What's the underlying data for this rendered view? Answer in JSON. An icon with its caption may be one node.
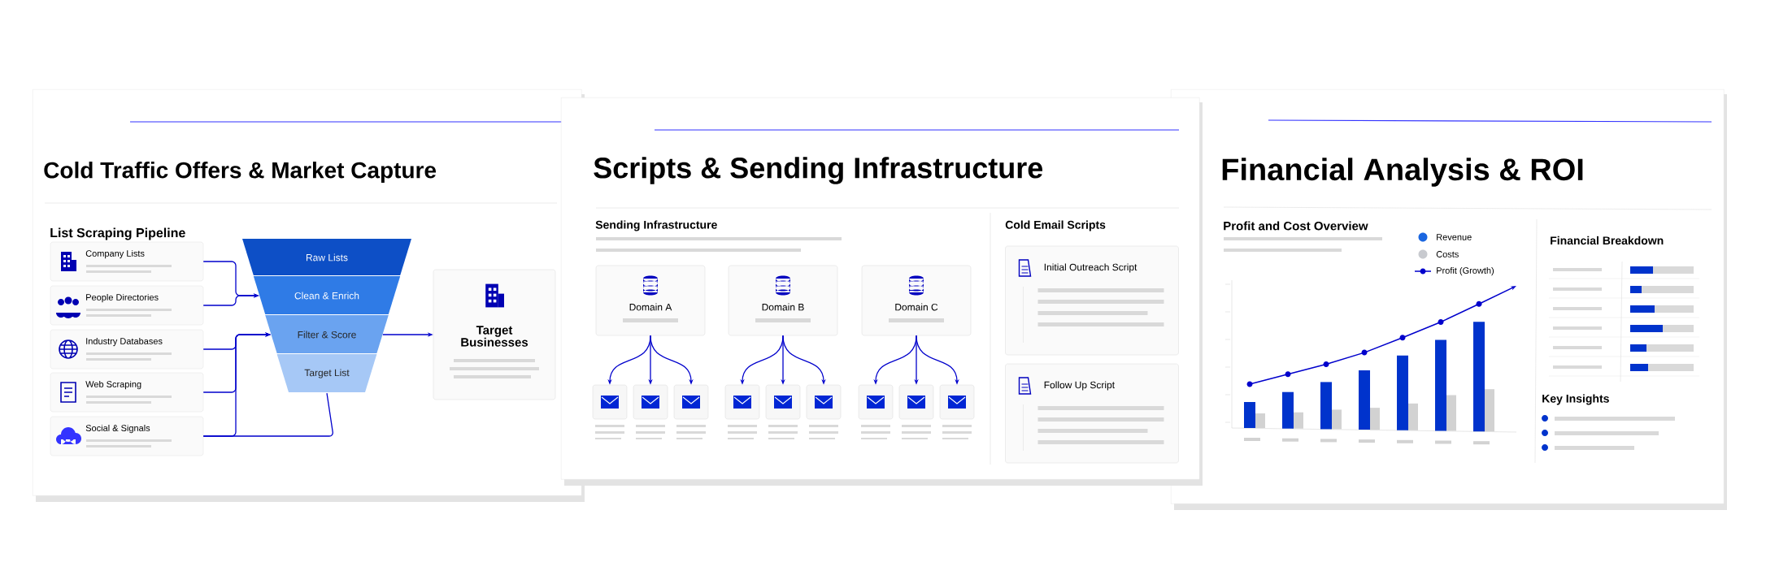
{
  "diagram": {
    "nodes": [
      {
        "text": [
          "Cold Traffic Offers & Market Capture",
          "List Scraping Pipeline"
        ]
      },
      {
        "text": [
          "Company Lists"
        ],
        "in": 0
      },
      {
        "text": [
          "People Directories"
        ],
        "in": 0
      },
      {
        "text": [
          "Industry Databases"
        ],
        "in": 0
      },
      {
        "text": [
          "Web Scraping"
        ],
        "in": 0
      },
      {
        "text": [
          "Social & Signals"
        ],
        "in": 0
      },
      {
        "text": [
          "Raw Lists"
        ],
        "in": 0
      },
      {
        "text": [
          "Clean & Enrich"
        ],
        "in": 0
      },
      {
        "text": [
          "Filter & Score"
        ],
        "in": 0
      },
      {
        "text": [
          "Target List"
        ],
        "in": 0
      },
      {
        "text": [
          "Target Businesses"
        ],
        "in": 0
      },
      {
        "text": [
          "Scripts & Sending Infrastructure",
          "Sending Infrastructure",
          "Cold Email Scripts"
        ]
      },
      {
        "text": [
          "Domain A"
        ],
        "in": 11
      },
      {
        "text": [
          "Domain B"
        ],
        "in": 11
      },
      {
        "text": [
          "Domain C"
        ],
        "in": 11
      },
      {
        "text": [],
        "shape": "box",
        "in": 11
      },
      {
        "text": [],
        "shape": "box",
        "in": 11
      },
      {
        "text": [],
        "shape": "box",
        "in": 11
      },
      {
        "text": [],
        "shape": "box",
        "in": 11
      },
      {
        "text": [],
        "shape": "box",
        "in": 11
      },
      {
        "text": [],
        "shape": "box",
        "in": 11
      },
      {
        "text": [],
        "shape": "box",
        "in": 11
      },
      {
        "text": [],
        "shape": "box",
        "in": 11
      },
      {
        "text": [],
        "shape": "box",
        "in": 11
      },
      {
        "text": [
          "Initial Outreach Script"
        ],
        "in": 11
      },
      {
        "text": [
          "Follow Up Script"
        ],
        "in": 11
      },
      {
        "text": [
          "Financial Analysis & ROI",
          "Profit and Cost Overview",
          "Financial Breakdown",
          "Key Insights"
        ]
      }
    ],
    "edges": [
      {
        "from": 1,
        "to": 7,
        "arrow": "to"
      },
      {
        "from": 2,
        "to": 7,
        "arrow": "to"
      },
      {
        "from": 3,
        "to": 8,
        "arrow": "to"
      },
      {
        "from": 4,
        "to": 8,
        "arrow": "to"
      },
      {
        "from": 5,
        "to": 8,
        "arrow": "to"
      },
      {
        "from": 8,
        "to": 10,
        "arrow": "to"
      },
      {
        "from": 9,
        "to": 5,
        "arrow": "none"
      },
      {
        "from": 12,
        "to": 15,
        "arrow": "to"
      },
      {
        "from": 12,
        "to": 16,
        "arrow": "to"
      },
      {
        "from": 12,
        "to": 17,
        "arrow": "to"
      },
      {
        "from": 13,
        "to": 18,
        "arrow": "to"
      },
      {
        "from": 13,
        "to": 19,
        "arrow": "to"
      },
      {
        "from": 13,
        "to": 20,
        "arrow": "to"
      },
      {
        "from": 14,
        "to": 21,
        "arrow": "to"
      },
      {
        "from": 14,
        "to": 22,
        "arrow": "to"
      },
      {
        "from": 14,
        "to": 23,
        "arrow": "to"
      }
    ],
    "legend": [
      {
        "text": "Revenue",
        "color": "#1a66e0"
      },
      {
        "text": "Costs",
        "color": "#c8cacf"
      },
      {
        "text": "Profit (Growth)"
      }
    ]
  }
}
